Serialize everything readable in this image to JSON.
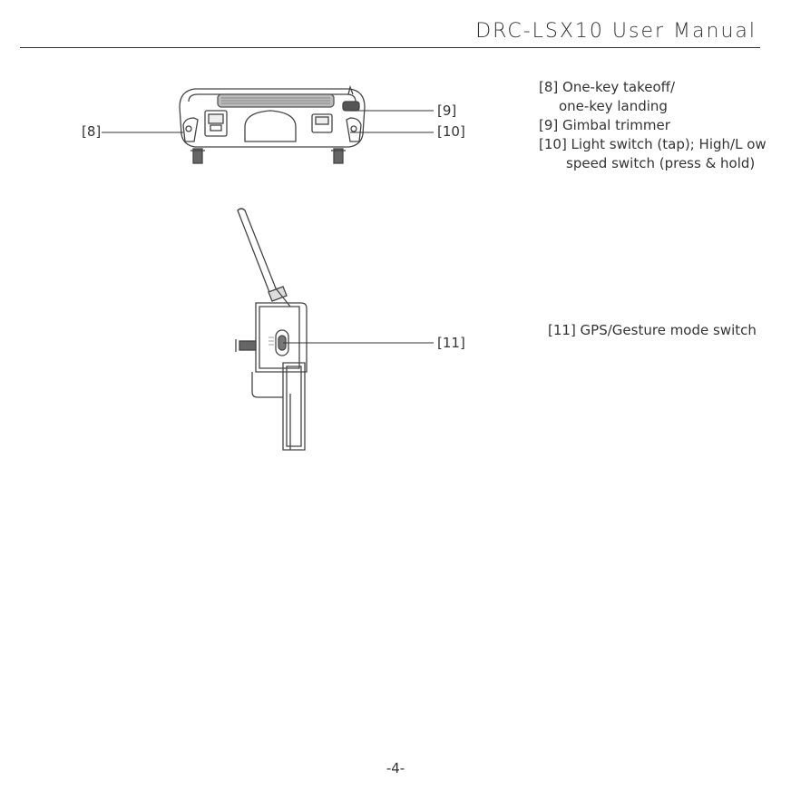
{
  "header": {
    "title": "DRC-LSX10 User Manual"
  },
  "callouts": {
    "c8": "[8]",
    "c9": "[9]",
    "c10": "[10]",
    "c11": "[11]"
  },
  "descriptions": {
    "d8_line1": "[8] One-key takeoff/",
    "d8_line2": "one-key landing",
    "d9": "[9] Gimbal trimmer",
    "d10_line1": "[10] Light switch (tap); High/L ow",
    "d10_line2": "speed switch (press & hold)",
    "d11": "[11] GPS/Gesture mode switch"
  },
  "footer": {
    "page_number": "-4-"
  }
}
